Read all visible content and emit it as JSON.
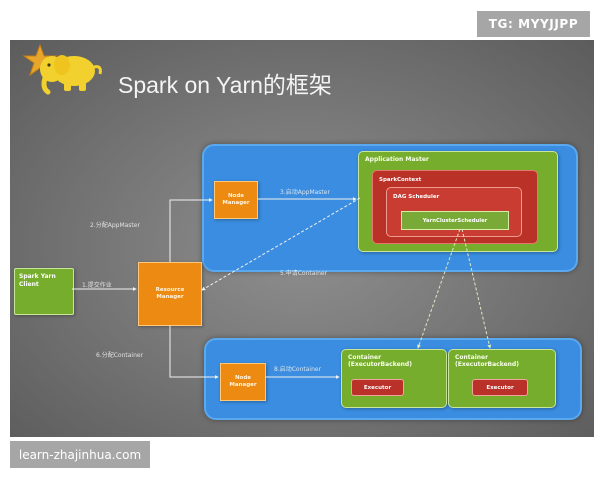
{
  "watermarks": {
    "top": "TG: MYYJJPP",
    "bottom": "learn-zhajinhua.com"
  },
  "slide": {
    "title": "Spark on Yarn的框架"
  },
  "nodes": {
    "client": "Spark Yarn\nClient",
    "resource_manager": "Resource\nManager",
    "node_manager_top": "Node\nManager",
    "node_manager_bottom": "Node\nManager",
    "application_master": "Application Master",
    "spark_context": "SparkContext",
    "dag_scheduler": "DAG Scheduler",
    "yarn_cluster_scheduler": "YarnClusterScheduler",
    "container_1": "Container\n(ExecutorBackend)",
    "container_2": "Container\n(ExecutorBackend)",
    "executor_1": "Executor",
    "executor_2": "Executor"
  },
  "edges": {
    "submit_job": "1.提交作业",
    "allocate_appmaster": "2.分配AppMaster",
    "start_appmaster": "3.启动AppMaster",
    "register_container": "5.申请Container",
    "allocate_container": "6.分配Container",
    "start_container": "8.启动Container"
  },
  "colors": {
    "panel": "#3a8de0",
    "orange": "#ec8a12",
    "green": "#76ad2c",
    "red": "#b93129"
  }
}
